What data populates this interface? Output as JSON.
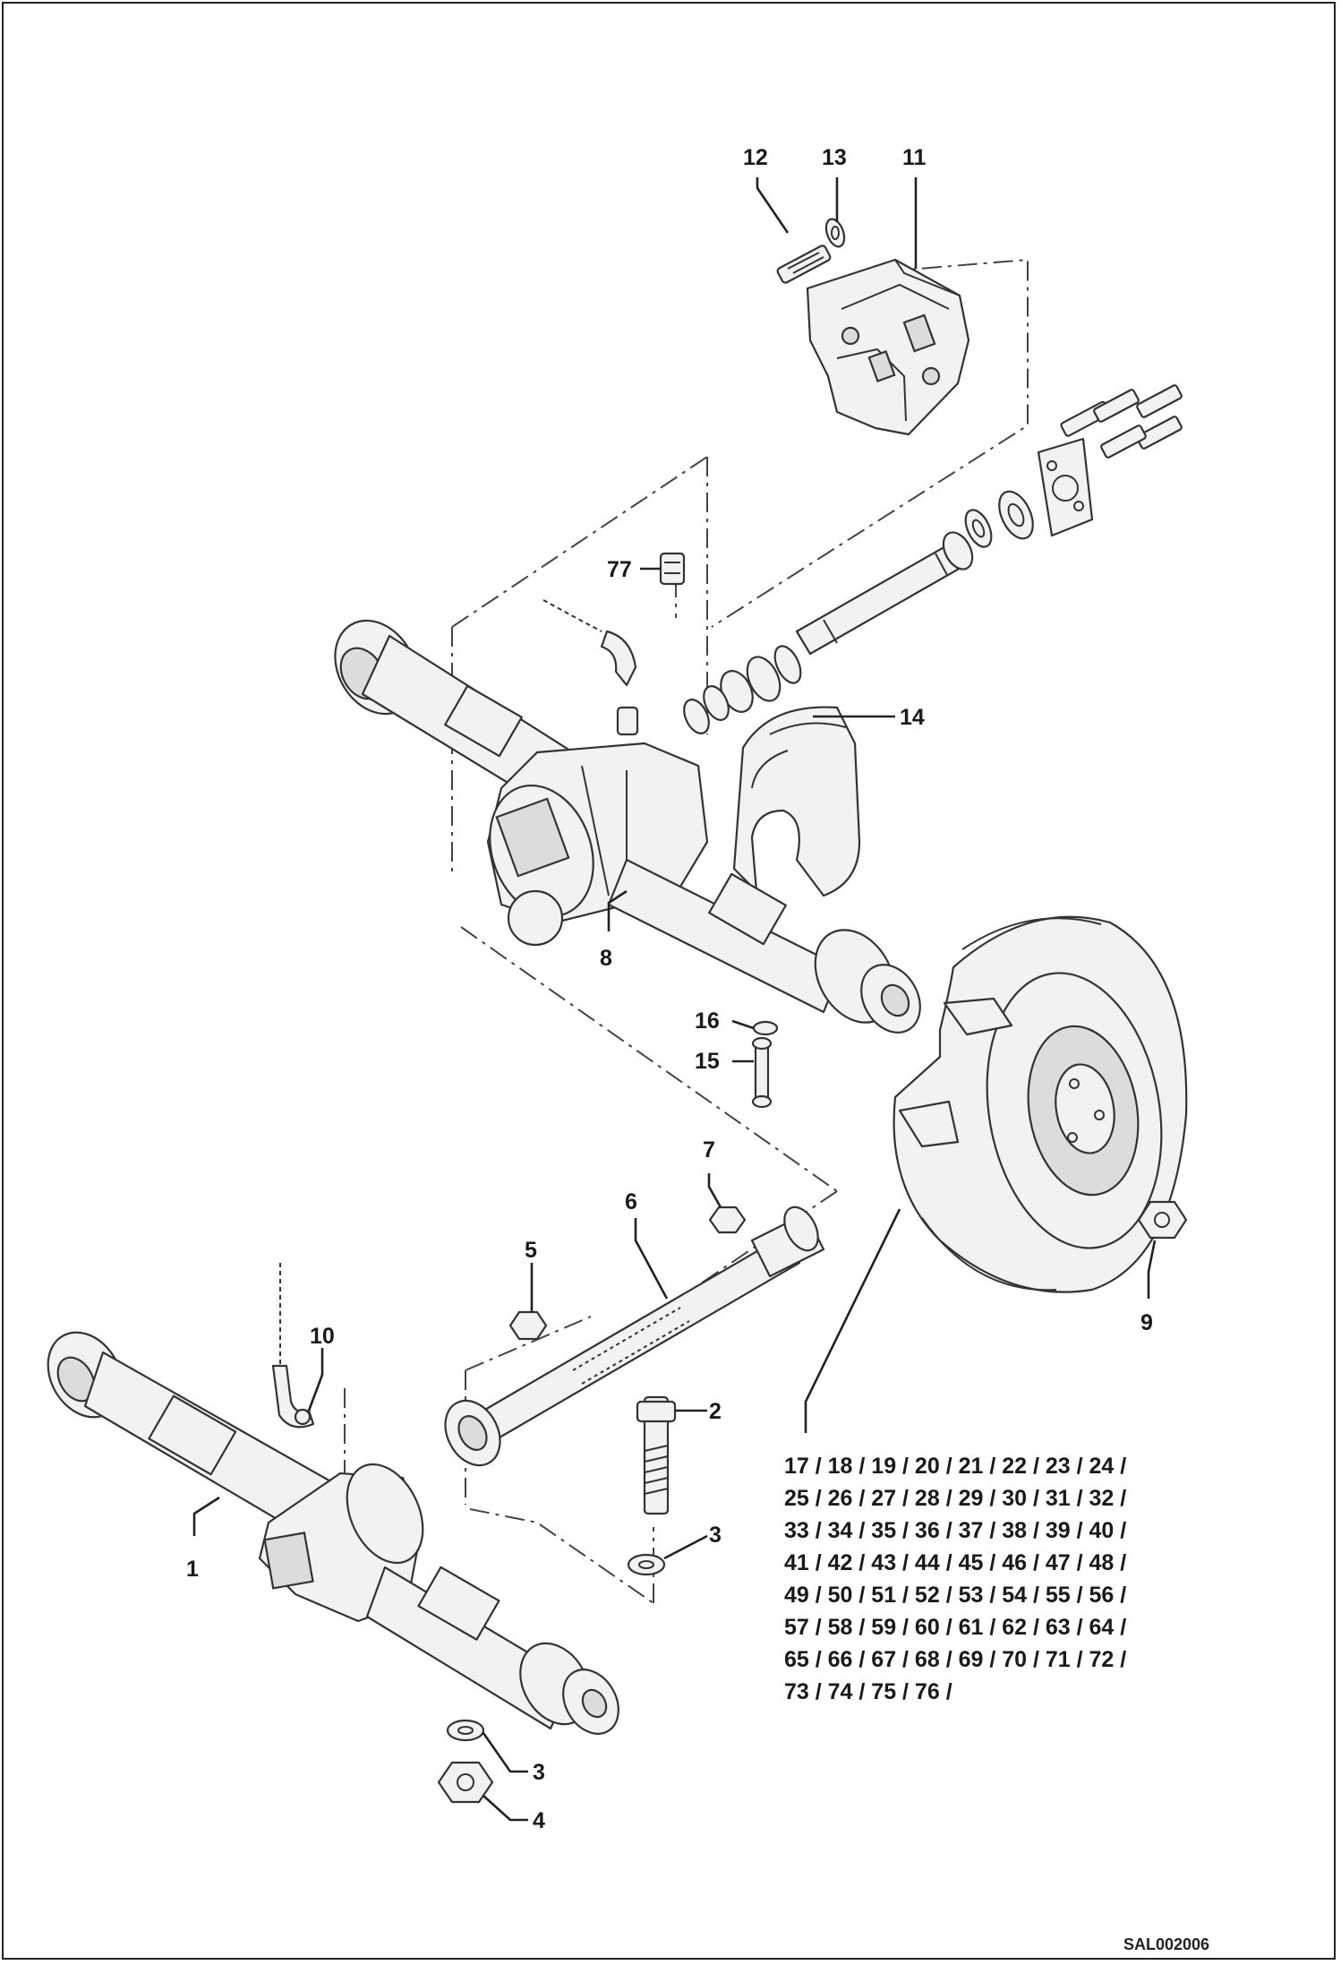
{
  "callouts": {
    "c1": "1",
    "c2": "2",
    "c3a": "3",
    "c3b": "3",
    "c4": "4",
    "c5": "5",
    "c6": "6",
    "c7": "7",
    "c8": "8",
    "c9": "9",
    "c10": "10",
    "c11": "11",
    "c12": "12",
    "c13": "13",
    "c14": "14",
    "c15": "15",
    "c16": "16",
    "c77": "77"
  },
  "wheel_parts_list": [
    "17 / 18 / 19 / 20 / 21 / 22 / 23 / 24 /",
    "25 / 26 / 27 / 28 / 29 / 30 / 31 / 32 /",
    "33 / 34 / 35 / 36 / 37 / 38 / 39 / 40 /",
    "41 / 42 / 43 / 44 / 45 / 46 / 47 / 48 /",
    "49 / 50 / 51 / 52 / 53 / 54 / 55 / 56 /",
    "57 / 58 / 59 / 60 / 61 / 62 / 63 / 64 /",
    "65 / 66 / 67 / 68 / 69 / 70 / 71 / 72 /",
    "73 / 74 / 75 / 76 /"
  ],
  "drawing_ref": "SAL002006"
}
